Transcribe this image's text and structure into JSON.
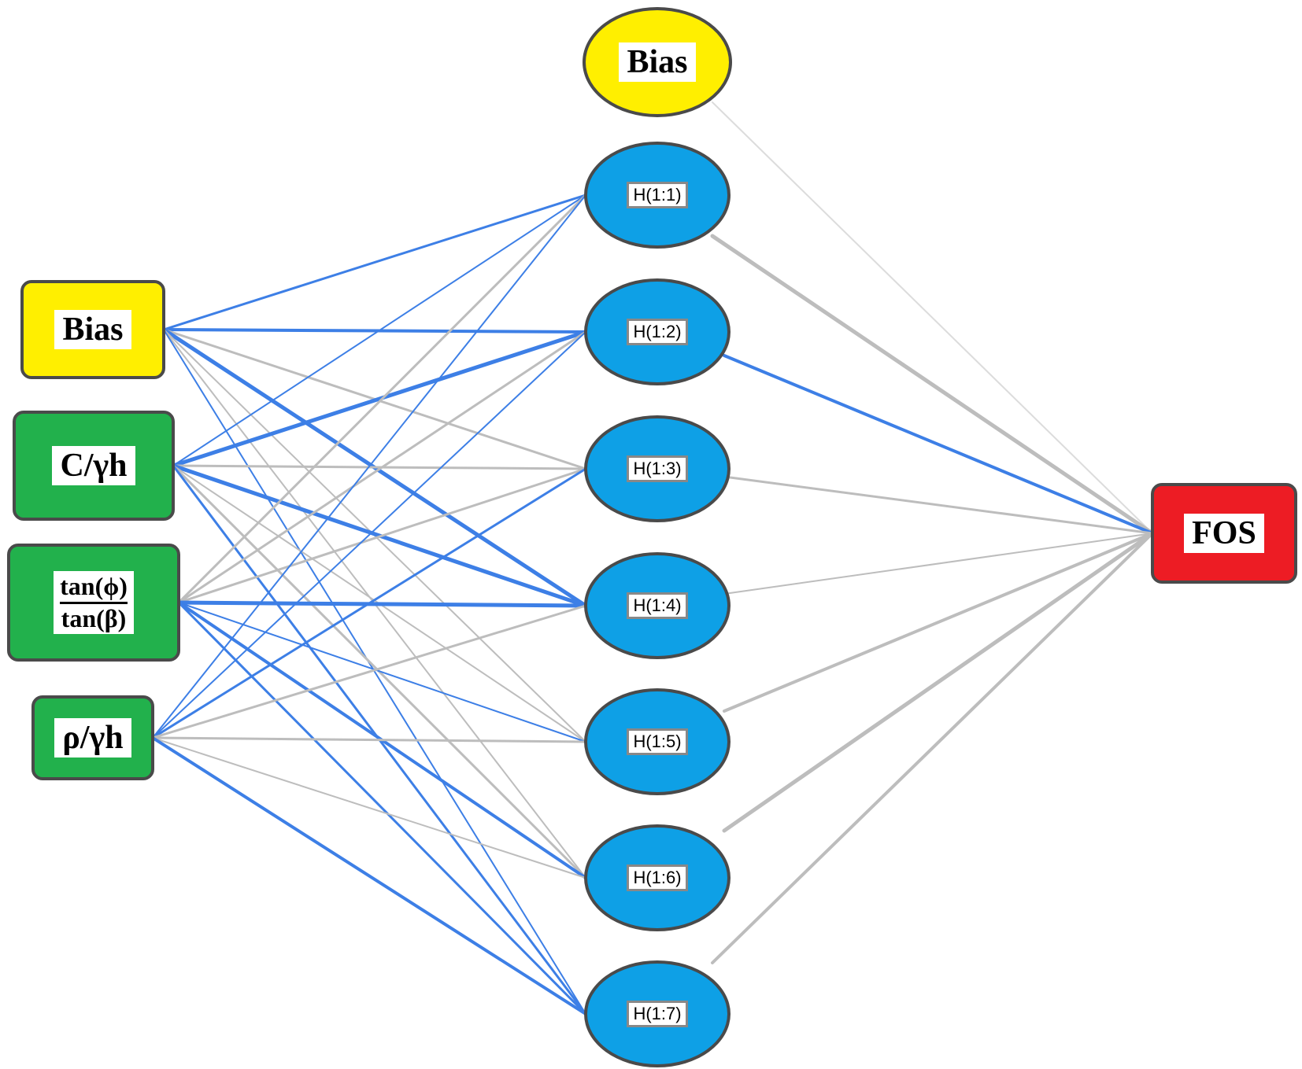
{
  "colors": {
    "positive_weight": "#3d7fe6",
    "negative_weight": "#bdbdbd",
    "bias_fill": "#ffef00",
    "input_fill": "#22b14c",
    "hidden_fill": "#0ea0e6",
    "output_fill": "#ed1c24"
  },
  "input_layer": {
    "bias": "Bias",
    "c_gamma_h": "C/γh",
    "tan_ratio": {
      "numerator": "tan(ϕ)",
      "denominator": "tan(β)"
    },
    "rho_gamma_h": "ρ/γh"
  },
  "hidden_layer": {
    "bias": "Bias",
    "nodes": [
      "H(1:1)",
      "H(1:2)",
      "H(1:3)",
      "H(1:4)",
      "H(1:5)",
      "H(1:6)",
      "H(1:7)"
    ]
  },
  "output_layer": {
    "label": "FOS"
  }
}
